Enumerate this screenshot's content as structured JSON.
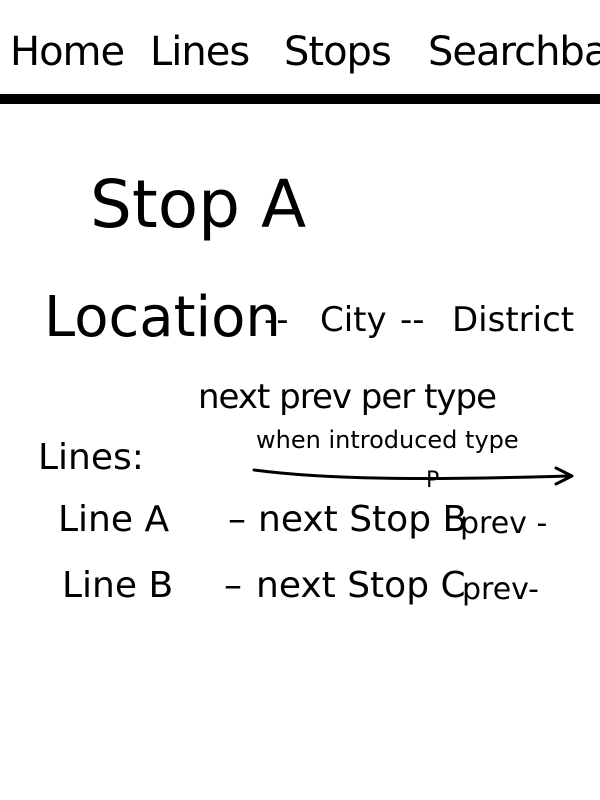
{
  "nav": {
    "home": "Home",
    "lines": "Lines",
    "stops": "Stops",
    "searchbar": "Searchbar"
  },
  "stop": {
    "title": "Stop A",
    "location_label": "Location",
    "separator": "--",
    "city": "City",
    "district": "District",
    "nav_note": "next prev per type",
    "type_note": "when introduced type",
    "mark": "P"
  },
  "lines_section": {
    "heading": "Lines:",
    "rows": [
      {
        "name": "Line A",
        "dash": "–",
        "next": "next Stop B",
        "prev": "prev -"
      },
      {
        "name": "Line B",
        "dash": "–",
        "next": "next Stop C",
        "prev": "prev-"
      }
    ]
  }
}
